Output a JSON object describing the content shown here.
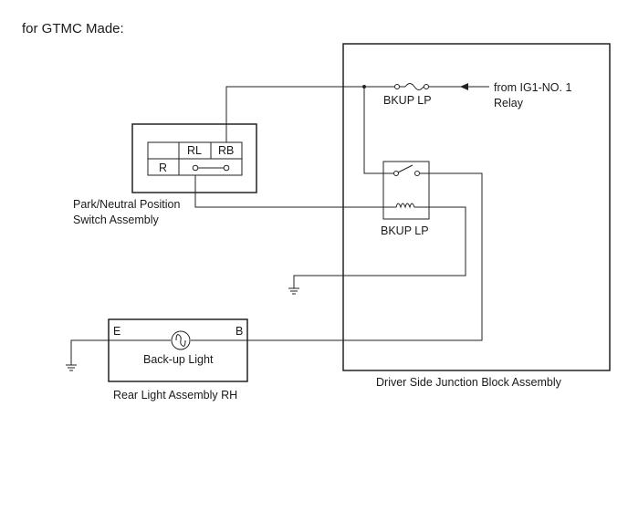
{
  "title": "for GTMC Made:",
  "junction_block": {
    "label": "Driver Side Junction Block Assembly",
    "fuse_label": "BKUP LP",
    "relay_label": "BKUP LP"
  },
  "source": {
    "line1": "from IG1-NO. 1",
    "line2": "Relay"
  },
  "switch": {
    "label_line1": "Park/Neutral Position",
    "label_line2": "Switch Assembly",
    "col_rl": "RL",
    "col_rb": "RB",
    "row_r": "R"
  },
  "lamp": {
    "label": "Rear Light Assembly RH",
    "inner_label": "Back-up Light",
    "terminal_e": "E",
    "terminal_b": "B"
  }
}
